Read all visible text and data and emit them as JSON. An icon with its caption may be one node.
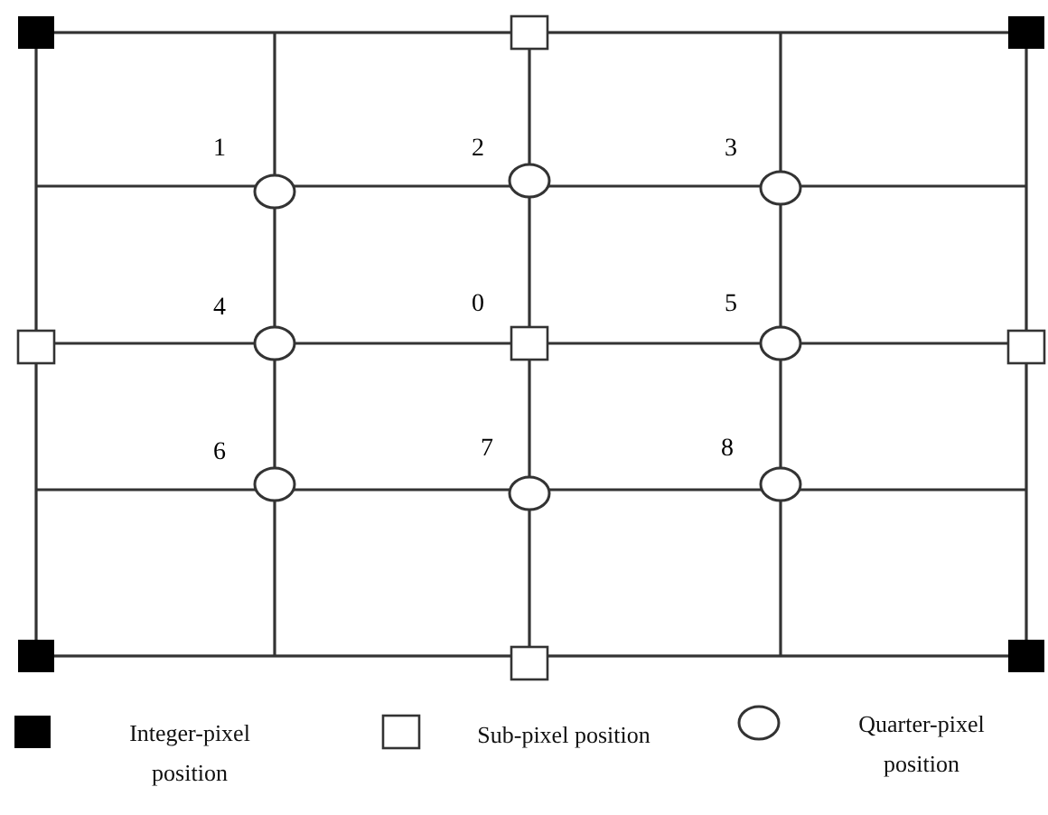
{
  "diagram": {
    "labels": [
      "1",
      "2",
      "3",
      "4",
      "0",
      "5",
      "6",
      "7",
      "8"
    ],
    "legend": [
      {
        "text": "Integer-pixel position"
      },
      {
        "text": "Sub-pixel position"
      },
      {
        "text": "Quarter-pixel position"
      }
    ]
  }
}
